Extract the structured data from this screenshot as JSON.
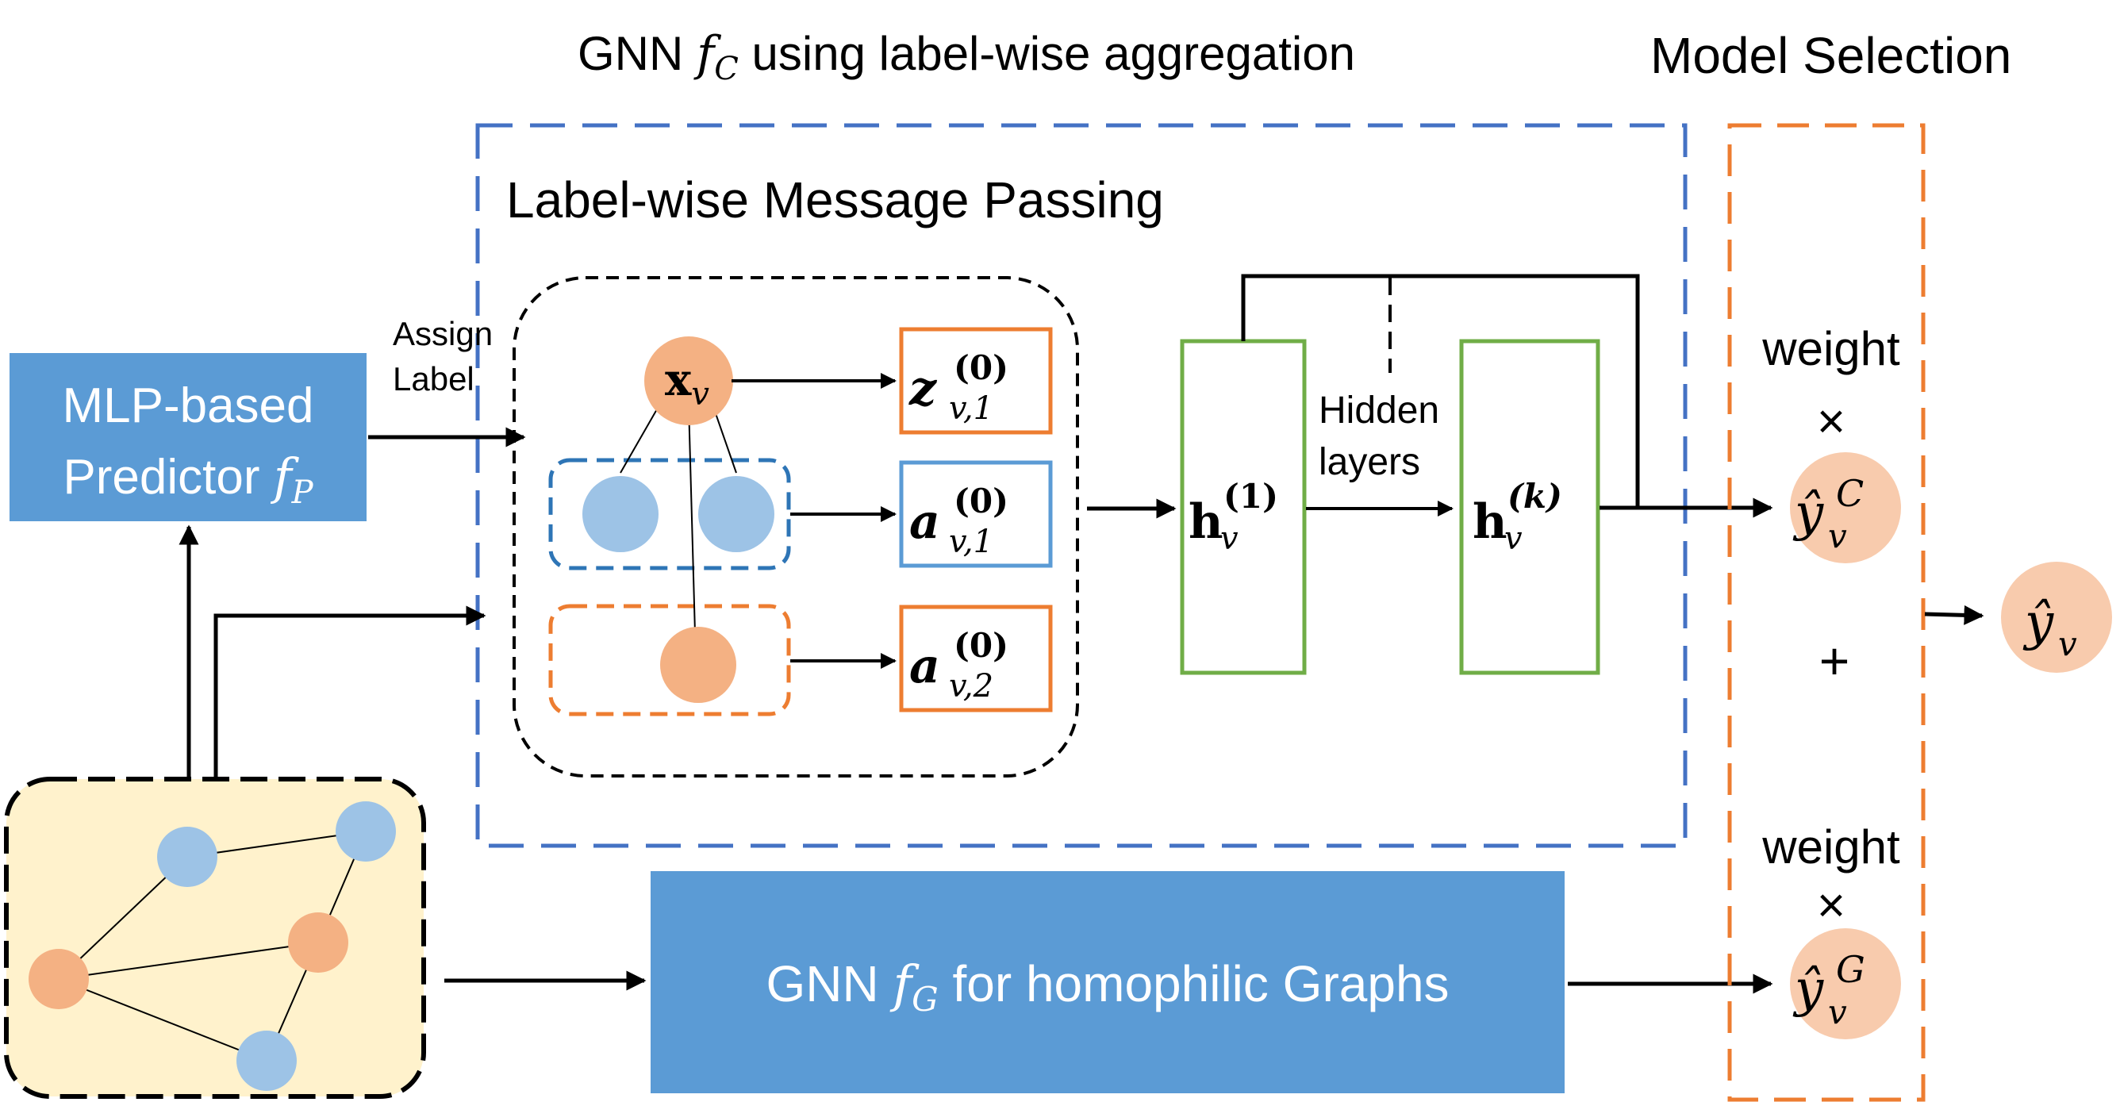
{
  "colors": {
    "blue_box": "#5b9bd5",
    "blue_dash": "#4472c4",
    "orange": "#ed7d31",
    "orange_node": "#f4b183",
    "blue_node": "#9dc3e6",
    "green": "#70ad47",
    "graph_bg": "#fff2cc",
    "output_node": "#f8cbad",
    "text_dark": "#000000",
    "text_light": "#ffffff"
  },
  "titles": {
    "gnn_c_prefix": "GNN",
    "gnn_c_symbol": "f",
    "gnn_c_sub": "C",
    "gnn_c_suffix": "using label-wise aggregation",
    "model_selection": "Model Selection",
    "message_passing": "Label-wise Message Passing"
  },
  "predictor": {
    "line1": "MLP-based",
    "line2": "Predictor",
    "symbol": "f",
    "sub": "P"
  },
  "assign_label": {
    "line1": "Assign",
    "line2": "Label"
  },
  "nodes": {
    "x_main": "x",
    "x_sub": "v"
  },
  "features": {
    "z": {
      "base": "z",
      "sup": "(0)",
      "sub": "v,1"
    },
    "a1": {
      "base": "a",
      "sup": "(0)",
      "sub": "v,1"
    },
    "a2": {
      "base": "a",
      "sup": "(0)",
      "sub": "v,2"
    }
  },
  "hidden": {
    "h1": {
      "base": "h",
      "sup": "(1)",
      "sub": "v"
    },
    "hk": {
      "base": "h",
      "sup": "(k)",
      "sub": "v"
    },
    "label_line1": "Hidden",
    "label_line2": "layers"
  },
  "selection": {
    "weight_top": "weight",
    "times_top": "×",
    "yc": {
      "base": "ŷ",
      "sup": "C",
      "sub": "v"
    },
    "plus": "+",
    "weight_bottom": "weight",
    "times_bottom": "×",
    "yg": {
      "base": "ŷ",
      "sup": "G",
      "sub": "v"
    }
  },
  "output": {
    "base": "ŷ",
    "sub": "v"
  },
  "gnn_g": {
    "prefix": "GNN",
    "symbol": "f",
    "sub": "G",
    "suffix": "for homophilic Graphs"
  }
}
